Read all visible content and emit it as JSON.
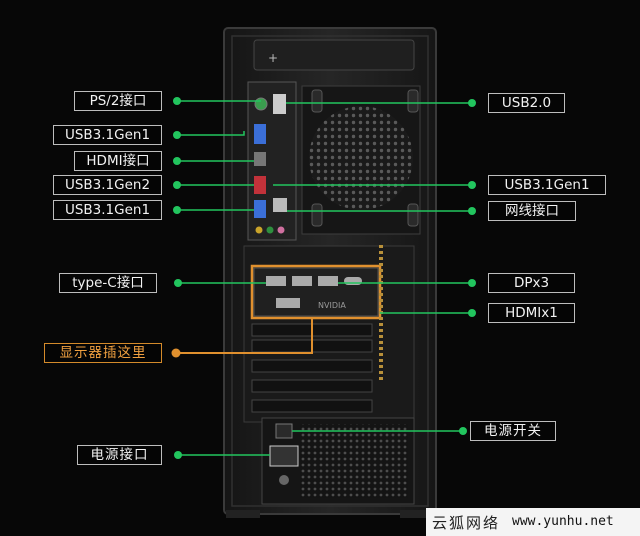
{
  "labels": {
    "ps2": "PS/2接口",
    "usb31_a": "USB3.1Gen1",
    "hdmi_port": "HDMI接口",
    "usb31gen2": "USB3.1Gen2",
    "usb31_b": "USB3.1Gen1",
    "typec": "type-C接口",
    "display_here": "显示器插这里",
    "power_port": "电源接口",
    "usb20": "USB2.0",
    "usb31_right": "USB3.1Gen1",
    "lan": "网线接口",
    "dpx3": "DPx3",
    "hdmix1": "HDMIx1",
    "power_switch": "电源开关"
  },
  "watermark": {
    "chinese": "云狐网络",
    "url": "www.yunhu.net"
  },
  "colors": {
    "callout_line": "#22c55e",
    "highlight": "#e0902e",
    "background": "#070707"
  }
}
